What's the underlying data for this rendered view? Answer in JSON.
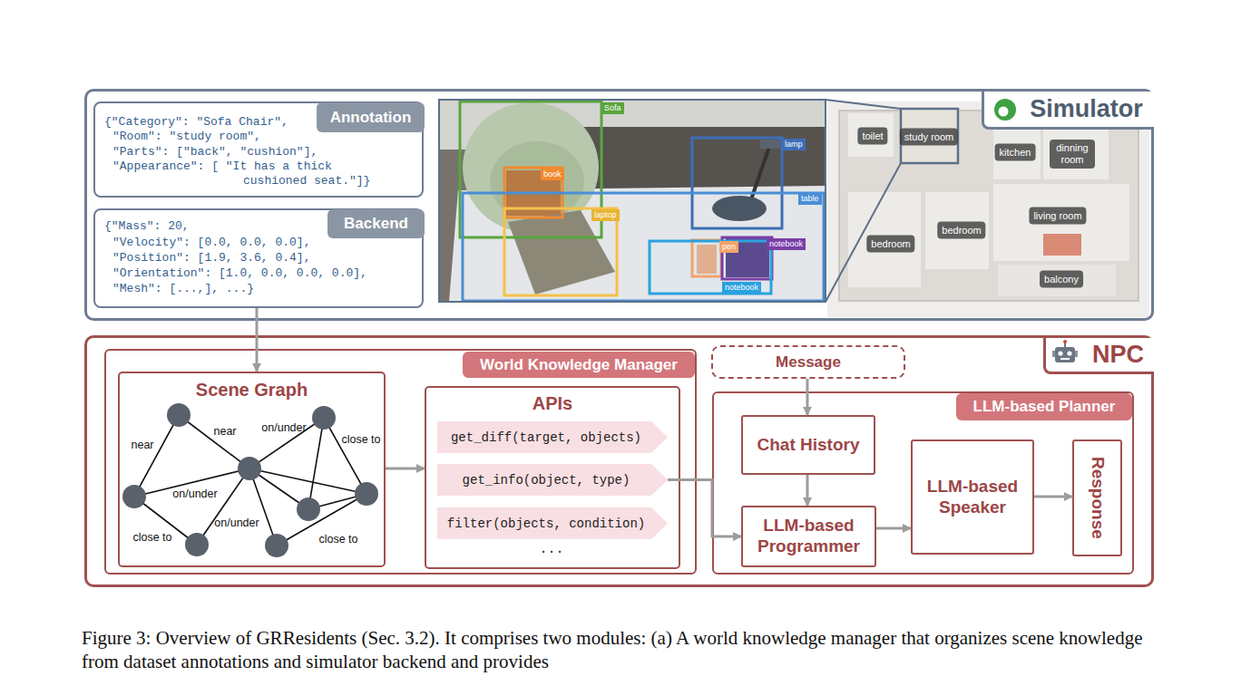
{
  "diagram": {
    "caption": "Figure 3: Overview of GRResidents (Sec. 3.2). It comprises two modules: (a) A world knowledge manager that organizes scene knowledge from dataset annotations and simulator backend and provides",
    "nodes": [
      {
        "text": [
          "Simulator"
        ]
      },
      {
        "text": [
          "Annotation",
          "{\"Category\": \"Sofa Chair\",",
          "\"Room\": \"study room\",",
          "\"Parts\": [\"back\", \"cushion\"],",
          "\"Appearance\": [ \"It has a thick cushioned seat.\"]}"
        ],
        "in": 0
      },
      {
        "text": [
          "Backend",
          "{\"Mass\": 20,",
          "\"Velocity\": [0.0, 0.0, 0.0],",
          "\"Position\": [1.9, 3.6, 0.4],",
          "\"Orientation\": [1.0, 0.0, 0.0, 0.0],",
          "\"Mesh\": [...,], ...}"
        ],
        "in": 0
      },
      {
        "text": [
          "NPC"
        ]
      },
      {
        "text": [
          "World Knowledge Manager"
        ],
        "in": 3
      },
      {
        "text": [
          "Scene Graph"
        ],
        "in": 4
      },
      {
        "text": [
          "APIs"
        ],
        "in": 4
      },
      {
        "text": [
          "get_diff(target, objects)"
        ],
        "in": 6
      },
      {
        "text": [
          "get_info(object, type)"
        ],
        "in": 6
      },
      {
        "text": [
          "filter(objects, condition)"
        ],
        "in": 6
      },
      {
        "text": [
          "Message"
        ],
        "in": 3
      },
      {
        "text": [
          "LLM-based Planner"
        ],
        "in": 3
      },
      {
        "text": [
          "Chat History"
        ],
        "in": 11
      },
      {
        "text": [
          "LLM-based Programmer"
        ],
        "in": 11
      },
      {
        "text": [
          "LLM-based Speaker"
        ],
        "in": 11
      },
      {
        "text": [
          "Response"
        ],
        "in": 11
      }
    ],
    "edges": [
      {
        "from": 2,
        "to": 5,
        "arrow": "to"
      },
      {
        "from": 5,
        "to": 6,
        "arrow": "to"
      },
      {
        "from": 8,
        "to": 13,
        "arrow": "to"
      },
      {
        "from": 10,
        "to": 12,
        "arrow": "to"
      },
      {
        "from": 12,
        "to": 13,
        "arrow": "to"
      },
      {
        "from": 13,
        "to": 14,
        "arrow": "to"
      },
      {
        "from": 14,
        "to": 15,
        "arrow": "to"
      }
    ],
    "labels": [
      "Sofa",
      "book",
      "lamp",
      "table",
      "laptop",
      "pen",
      "notebook",
      "notebook",
      "toilet",
      "study room",
      "kitchen",
      "dinning room",
      "bedroom",
      "bedroom",
      "living room",
      "balcony",
      "near",
      "near",
      "on/under",
      "close to",
      "on/under",
      "close to",
      "on/under",
      "close to",
      "..."
    ]
  }
}
